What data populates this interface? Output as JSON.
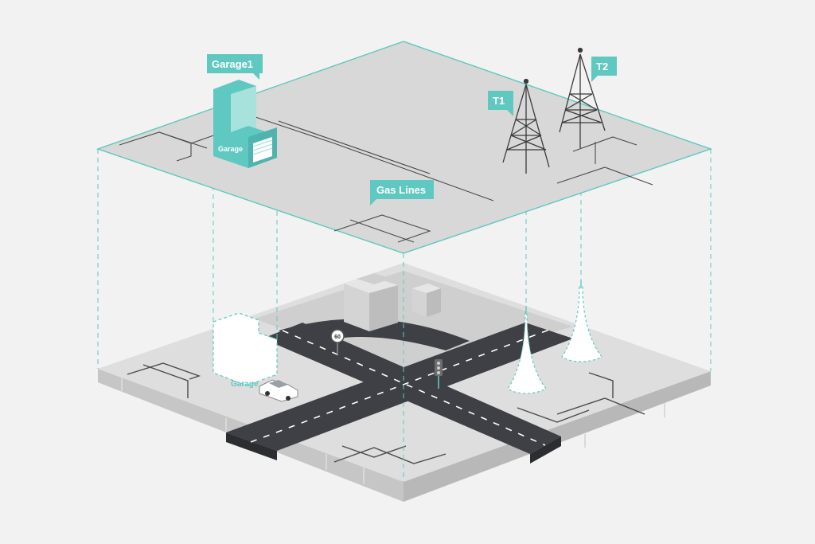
{
  "labels": {
    "garage_callout": "Garage1",
    "garage_face": "Garage",
    "gas_lines": "Gas Lines",
    "tower1": "T1",
    "tower2": "T2",
    "ghost_garage": "Garage",
    "speed_sign": "60"
  },
  "colors": {
    "background": "#f2f2f2",
    "teal": "#5fc8c1",
    "teal_light": "#a8e2dd",
    "top_plane": "#d7d7d7",
    "ground_top": "#dcdcdc",
    "ground_side_left": "#c4c4c4",
    "ground_side_right": "#b9b9b9",
    "road": "#3d3f44",
    "road_mark": "#ffffff",
    "building": "#d9d9d9",
    "line_dark": "#3a3a3a"
  },
  "icons": [
    "garage-icon",
    "radio-tower-icon",
    "car-icon",
    "traffic-light-icon",
    "speed-sign-icon",
    "building-icon"
  ]
}
